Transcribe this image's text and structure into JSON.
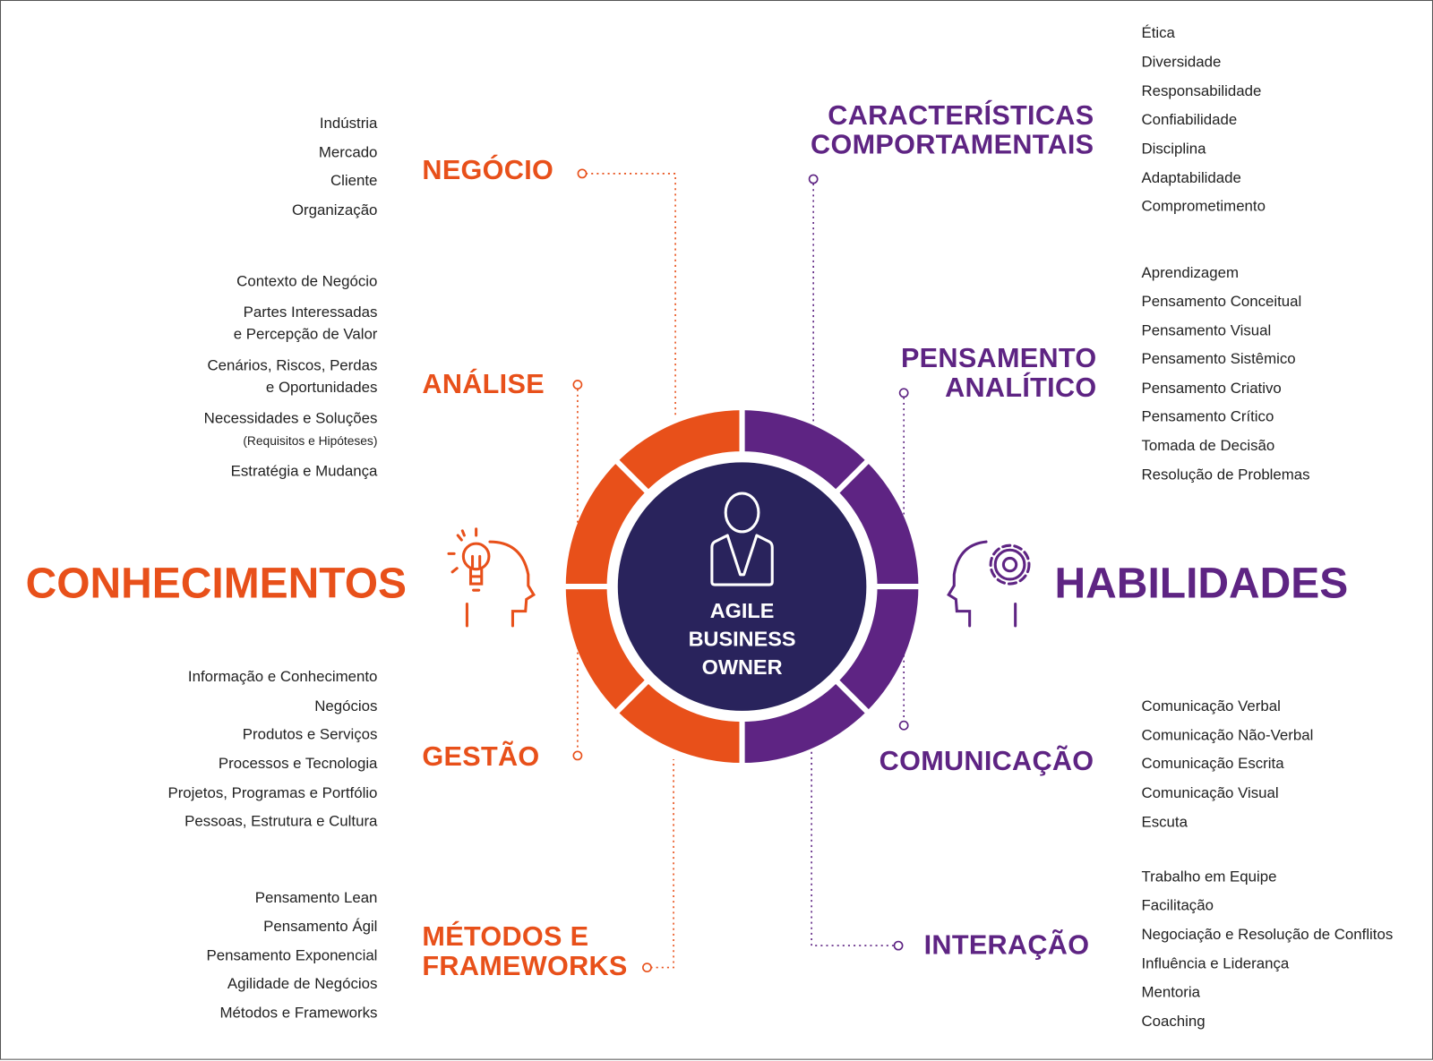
{
  "center": {
    "line1": "AGILE",
    "line2": "BUSINESS",
    "line3": "OWNER"
  },
  "colors": {
    "orange": "#e8501a",
    "purple": "#5e2483",
    "navy": "#29235c"
  },
  "left": {
    "title": "CONHECIMENTOS",
    "negocio": {
      "heading": "NEGÓCIO",
      "items": [
        "Indústria",
        "Mercado",
        "Cliente",
        "Organização"
      ]
    },
    "analise": {
      "heading": "ANÁLISE",
      "items": [
        "Contexto de Negócio",
        "Partes Interessadas",
        "e Percepção de Valor",
        "Cenários, Riscos, Perdas",
        "e Oportunidades",
        "Necessidades e Soluções",
        "(Requisitos e Hipóteses)",
        "Estratégia e Mudança"
      ]
    },
    "gestao": {
      "heading": "GESTÃO",
      "items": [
        "Informação e Conhecimento",
        "Negócios",
        "Produtos e Serviços",
        "Processos e Tecnologia",
        "Projetos, Programas e Portfólio",
        "Pessoas, Estrutura e Cultura"
      ]
    },
    "metodos": {
      "heading1": "MÉTODOS E",
      "heading2": "FRAMEWORKS",
      "items": [
        "Pensamento Lean",
        "Pensamento Ágil",
        "Pensamento Exponencial",
        "Agilidade de Negócios",
        "Métodos e Frameworks"
      ]
    }
  },
  "right": {
    "title": "HABILIDADES",
    "caracteristicas": {
      "heading1": "CARACTERÍSTICAS",
      "heading2": "COMPORTAMENTAIS",
      "items": [
        "Ética",
        "Diversidade",
        "Responsabilidade",
        "Confiabilidade",
        "Disciplina",
        "Adaptabilidade",
        "Comprometimento"
      ]
    },
    "pensamento": {
      "heading1": "PENSAMENTO",
      "heading2": "ANALÍTICO",
      "items": [
        "Aprendizagem",
        "Pensamento Conceitual",
        "Pensamento Visual",
        "Pensamento Sistêmico",
        "Pensamento Criativo",
        "Pensamento Crítico",
        "Tomada de Decisão",
        "Resolução de Problemas"
      ]
    },
    "comunicacao": {
      "heading": "COMUNICAÇÃO",
      "items": [
        "Comunicação Verbal",
        "Comunicação Não-Verbal",
        "Comunicação Escrita",
        "Comunicação Visual",
        "Escuta"
      ]
    },
    "interacao": {
      "heading": "INTERAÇÃO",
      "items": [
        "Trabalho em Equipe",
        "Facilitação",
        "Negociação e Resolução de Conflitos",
        "Influência e Liderança",
        "Mentoria",
        "Coaching"
      ]
    }
  }
}
